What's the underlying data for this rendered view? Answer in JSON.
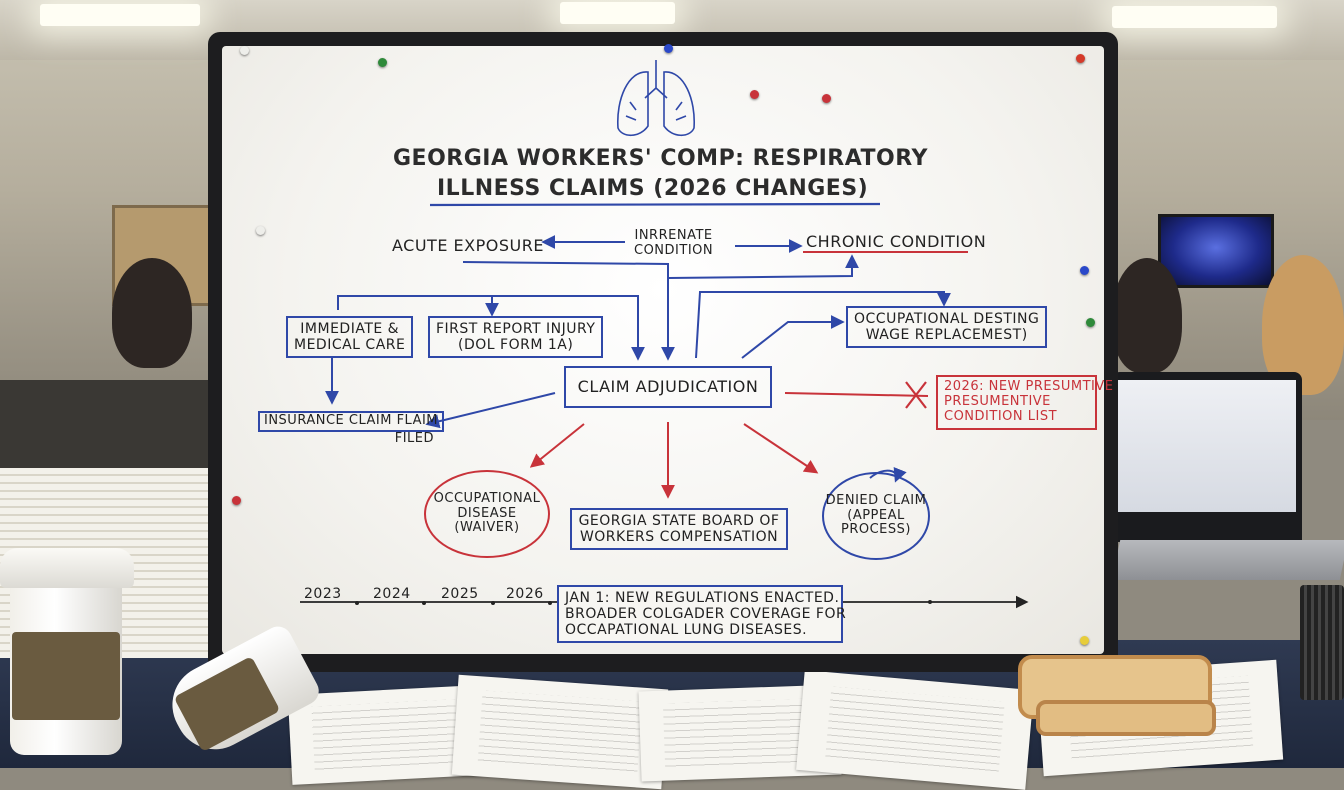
{
  "board": {
    "title_line1": "GEORGIA WORKERS' COMP: RESPIRATORY",
    "title_line2": "ILLNESS CLAIMS (2026 CHANGES)",
    "acute": "ACUTE EXPOSURE",
    "intermediate_line1": "INRRENATE",
    "intermediate_line2": "CONDITION",
    "chronic": "CHRONIC CONDITION",
    "immediate_line1": "IMMEDIATE &",
    "immediate_line2": "MEDICAL CARE",
    "first_report_line1": "FIRST REPORT INJURY",
    "first_report_line2": "(DOL FORM 1A)",
    "occupational_line1": "OCCUPATIONAL DESTING",
    "occupational_line2": "WAGE REPLACEMEST)",
    "insurance_line1": "INSURANCE CLAIM FLAIM",
    "insurance_line2": "FILED",
    "adjudication": "CLAIM ADJUDICATION",
    "presumptive_line1": "2026: NEW PRESUMTIVE",
    "presumptive_line2": "PRESUMENTIVE",
    "presumptive_line3": "CONDITION LIST",
    "disease_line1": "OCCUPATIONAL",
    "disease_line2": "DISEASE",
    "disease_line3": "(WAIVER)",
    "state_board_line1": "GEORGIA STATE BOARD OF",
    "state_board_line2": "WORKERS COMPENSATION",
    "denied_line1": "DENIED CLAIM",
    "denied_line2": "(APPEAL",
    "denied_line3": "PROCESS)",
    "timeline_years": [
      "2023",
      "2024",
      "2025",
      "2026"
    ],
    "timeline_note_line1": "JAN 1: NEW REGULATIONS ENACTED.",
    "timeline_note_line2": "BROADER COLGADER COVERAGE FOR",
    "timeline_note_line3": "OCCAPATIONAL LUNG DISEASES."
  },
  "icons": {
    "lungs": "lungs-icon"
  },
  "colors": {
    "marker_blue": "#2f48a8",
    "marker_red": "#c8333a",
    "marker_black": "#232323"
  }
}
